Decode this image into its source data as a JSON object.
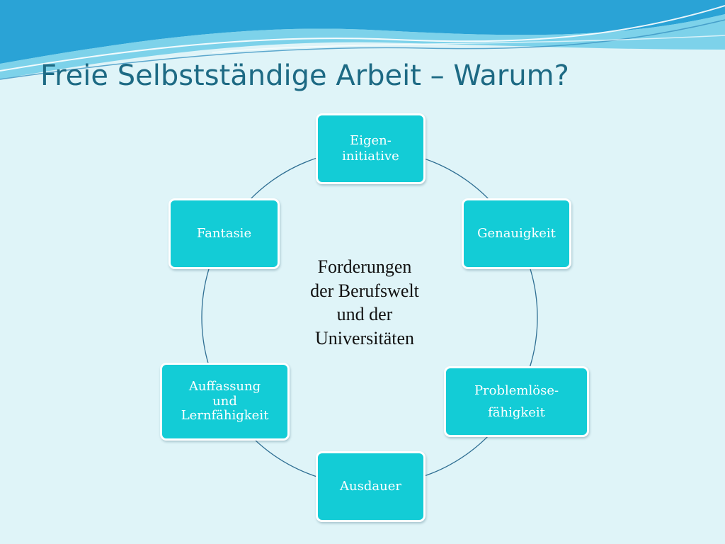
{
  "slide": {
    "title": "Freie Selbstständige Arbeit – Warum?"
  },
  "diagram": {
    "center_lines": [
      "Forderungen",
      "der Berufswelt",
      "und der",
      "Universitäten"
    ],
    "nodes": [
      {
        "id": "eigeninitiative",
        "lines": [
          "Eigen-",
          "initiative"
        ]
      },
      {
        "id": "genauigkeit",
        "lines": [
          "Genauigkeit"
        ]
      },
      {
        "id": "problemloesefaehigkeit",
        "lines": [
          "Problemlöse-",
          "fähigkeit"
        ]
      },
      {
        "id": "ausdauer",
        "lines": [
          "Ausdauer"
        ]
      },
      {
        "id": "auffassung",
        "lines": [
          "Auffassung",
          "und",
          "Lernfähigkeit"
        ]
      },
      {
        "id": "fantasie",
        "lines": [
          "Fantasie"
        ]
      }
    ]
  },
  "colors": {
    "background": "#dff4f8",
    "title": "#1d6a84",
    "node_fill": "#13ccd6",
    "node_border": "#ffffff",
    "ring": "#2f6f93",
    "center_text": "#111111"
  }
}
